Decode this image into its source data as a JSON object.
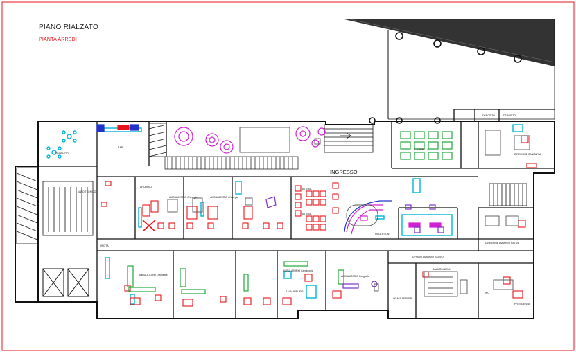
{
  "sheet": {
    "title": "PIANO RIALZATO",
    "subtitle": "PIANTA ARREDI"
  },
  "rooms": {
    "ingresso": "INGRESSO",
    "cappella": "CAPPELLA",
    "reception": "RECEPTION",
    "ufficio_amministrativo": "UFFICIO AMMINISTRATIVO",
    "direzione_amministrativa": "DIREZIONE AMMINISTRATIVA",
    "direzione_sanitaria": "DIREZIONE SANITARIA",
    "sala_riunioni": "SALA RIUNIONI",
    "presidenza": "PRESIDENZA",
    "sala_prelievi": "SALA PRELIEVI",
    "deposito_a": "DEPOSITO",
    "deposito_b": "DEPOSITO",
    "locale_server": "LOCALE SERVER",
    "terrazzo": "TERRAZZO",
    "vano_tecnico": "VANO TECNICO",
    "archivio": "ARCHIVIO",
    "ambulatorio_chirurgia_a": "AMBULATORIO Chirurgia",
    "ambulatorio_chirurgia_b": "AMBULATORIO Chirurgia",
    "ambulatorio_ortopedia": "AMBULATORIO Ortopedia",
    "ambulatorio_cardiologia": "AMBULATORIO Cardiologia",
    "ambulatorio_ecografia": "AMBULATORIO Ecografia",
    "attesa_a": "ATTESA",
    "attesa_b": "ATTESA",
    "bar": "BAR",
    "wc": "WC",
    "uscita": "USCITA"
  },
  "colors": {
    "wall": "#111111",
    "sheet_border": "#e8141c",
    "furniture_red": "#e8141c",
    "furniture_cyan": "#00b7d6",
    "furniture_green": "#1faa3a",
    "furniture_magenta": "#d21fd2",
    "furniture_blue": "#2233cc",
    "furniture_purple": "#7a33cc"
  }
}
